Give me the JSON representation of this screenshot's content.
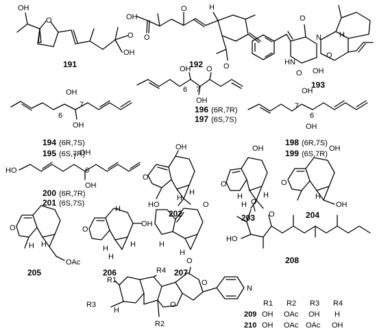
{
  "compounds": [
    {
      "id": "191",
      "number": "191",
      "atoms": [
        "OH",
        "O",
        "OH",
        "O"
      ]
    },
    {
      "id": "192",
      "number": "192",
      "atoms": [
        "H",
        "O",
        "OH",
        "O",
        "O"
      ]
    },
    {
      "id": "193",
      "number": "193",
      "atoms": [
        "O",
        "N",
        "HN",
        "O",
        "OH",
        "O",
        "H"
      ]
    },
    {
      "id": "194",
      "number": "194",
      "config": "(6R,7S)",
      "atoms": [
        "OH",
        "6",
        "7",
        "OH"
      ]
    },
    {
      "id": "195",
      "number": "195",
      "config": "(6S,7R)"
    },
    {
      "id": "196",
      "number": "196",
      "config": "(6R,7R)",
      "atoms": [
        "OH",
        "O",
        "6",
        "7",
        "OH"
      ]
    },
    {
      "id": "197",
      "number": "197",
      "config": "(6S,7S)"
    },
    {
      "id": "198",
      "number": "198",
      "config": "(6R,7S)",
      "atoms": [
        "OH",
        "7",
        "6",
        "OH"
      ]
    },
    {
      "id": "199",
      "number": "199",
      "config": "(6S,7R)"
    },
    {
      "id": "200",
      "number": "200",
      "config": "(6R,7R)",
      "atoms": [
        "HO",
        "OH",
        "7",
        "6",
        "OH"
      ]
    },
    {
      "id": "201",
      "number": "201",
      "config": "(6S,7S)"
    },
    {
      "id": "202",
      "number": "202",
      "atoms": [
        "OH",
        "O",
        "H",
        "H"
      ]
    },
    {
      "id": "203",
      "number": "203",
      "atoms": [
        "OH",
        "O",
        "H",
        "H",
        "H"
      ]
    },
    {
      "id": "204",
      "number": "204",
      "atoms": [
        "OH",
        "O",
        "H",
        "OH"
      ]
    },
    {
      "id": "205",
      "number": "205",
      "atoms": [
        "O",
        "H",
        "H",
        "OAc"
      ]
    },
    {
      "id": "206",
      "number": "206",
      "atoms": [
        "H",
        "O",
        "H",
        "H",
        "OH",
        "H"
      ]
    },
    {
      "id": "207",
      "number": "207",
      "atoms": [
        "HO",
        "O",
        "H",
        "H"
      ]
    },
    {
      "id": "208",
      "number": "208",
      "atoms": [
        "O",
        "O",
        "HO"
      ]
    },
    {
      "id": "209",
      "number": "209",
      "atoms": [
        "R1",
        "R4",
        "O",
        "O",
        "N",
        "R3",
        "O",
        "H",
        "R2"
      ]
    },
    {
      "id": "210",
      "number": "210"
    }
  ],
  "substituent_table": {
    "headers": [
      "R1",
      "R2",
      "R3",
      "R4"
    ],
    "rows": [
      {
        "compound": "209",
        "values": [
          "OH",
          "OAc",
          "OH",
          "H"
        ]
      },
      {
        "compound": "210",
        "values": [
          "OH",
          "OAc",
          "OAc",
          "OH"
        ]
      }
    ]
  }
}
